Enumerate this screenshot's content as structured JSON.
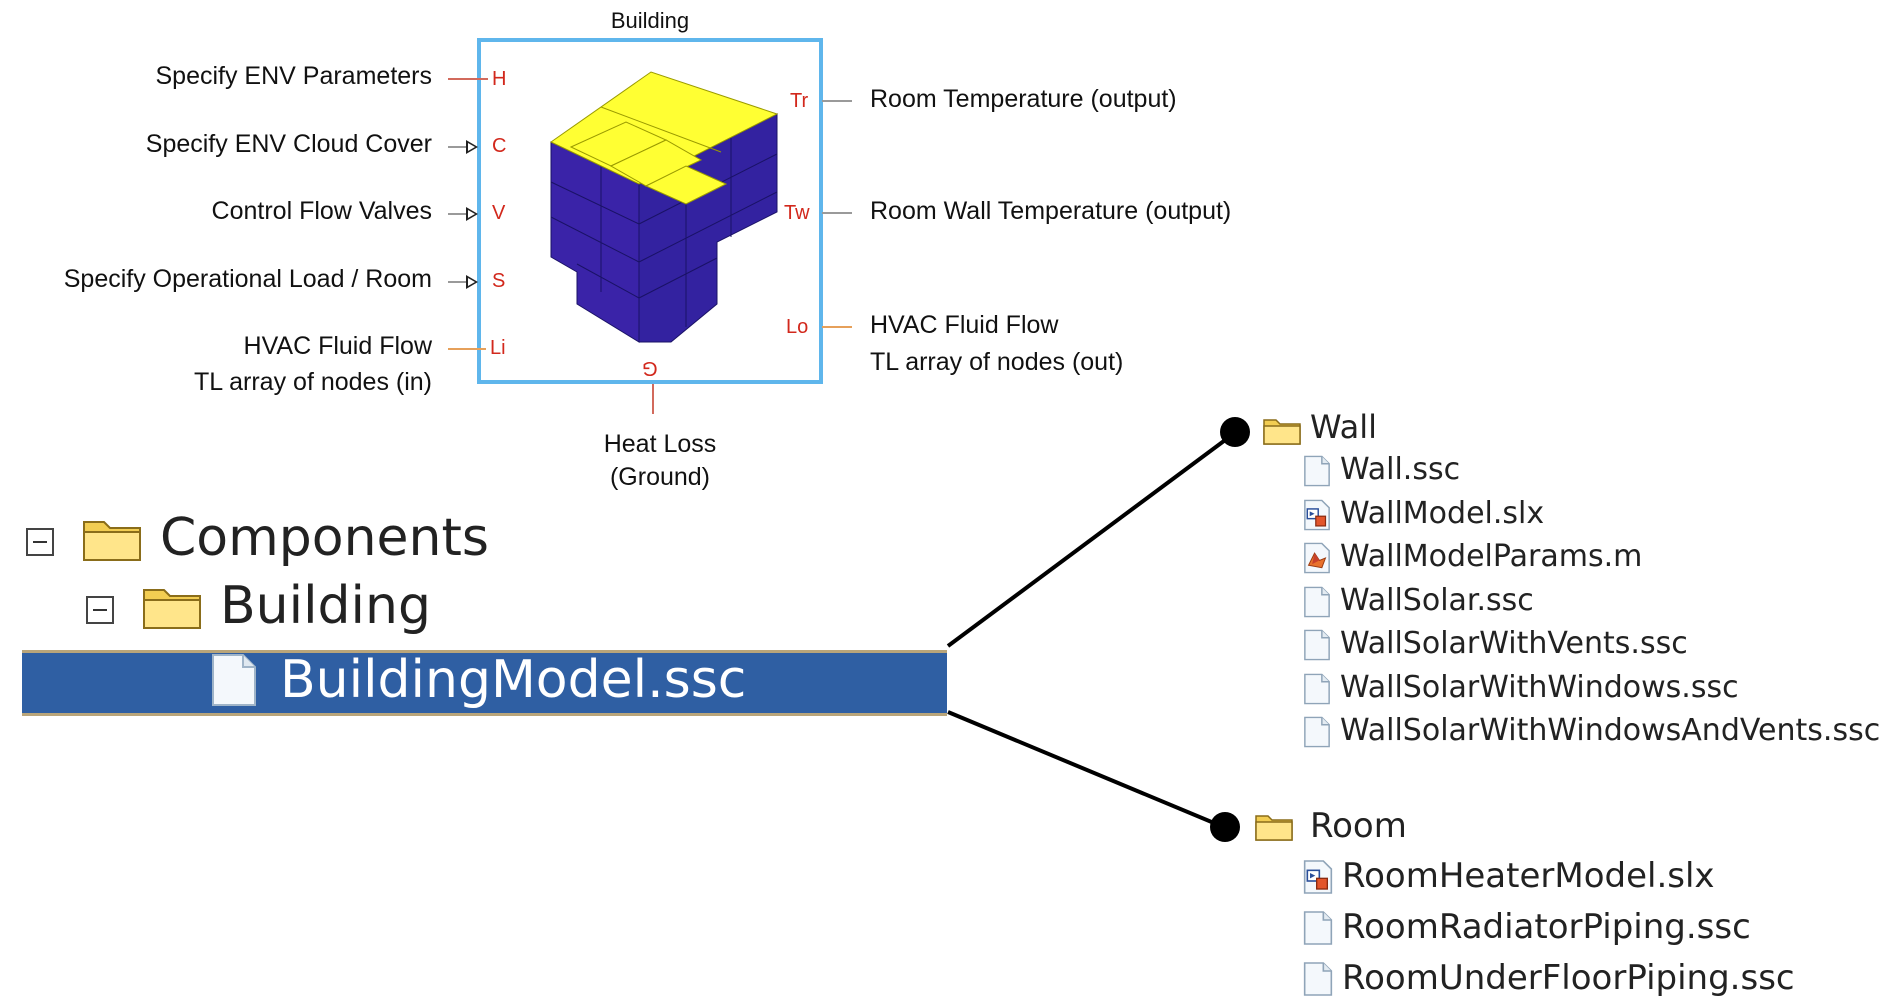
{
  "block": {
    "title": "Building",
    "ports": {
      "h": "H",
      "c": "C",
      "v": "V",
      "s": "S",
      "li": "Li",
      "tr": "Tr",
      "tw": "Tw",
      "lo": "Lo",
      "g": "G"
    },
    "inputs": {
      "h": "Specify ENV Parameters",
      "c": "Specify ENV Cloud Cover",
      "v": "Control Flow Valves",
      "s": "Specify Operational Load / Room",
      "li_1": "HVAC Fluid Flow",
      "li_2": "TL array of nodes (in)"
    },
    "outputs": {
      "tr": "Room Temperature (output)",
      "tw": "Room Wall Temperature (output)",
      "lo_1": "HVAC Fluid Flow",
      "lo_2": "TL array of nodes (out)"
    },
    "bottom": {
      "g_1": "Heat Loss",
      "g_2": "(Ground)"
    },
    "colors": {
      "cube_top": "#ffff33",
      "cube_side": "#3a23a8",
      "frame": "#5fb6ec",
      "port_text": "#d2281c"
    }
  },
  "tree": {
    "components": "Components",
    "building": "Building",
    "selected_file": "BuildingModel.ssc",
    "selection_color": "#2f5fa3"
  },
  "wall_folder": {
    "name": "Wall",
    "files": [
      {
        "name": "Wall.ssc",
        "icon": "file-icon"
      },
      {
        "name": "WallModel.slx",
        "icon": "simulink-model-icon"
      },
      {
        "name": "WallModelParams.m",
        "icon": "matlab-script-icon"
      },
      {
        "name": "WallSolar.ssc",
        "icon": "file-icon"
      },
      {
        "name": "WallSolarWithVents.ssc",
        "icon": "file-icon"
      },
      {
        "name": "WallSolarWithWindows.ssc",
        "icon": "file-icon"
      },
      {
        "name": "WallSolarWithWindowsAndVents.ssc",
        "icon": "file-icon"
      }
    ]
  },
  "room_folder": {
    "name": "Room",
    "files": [
      {
        "name": "RoomHeaterModel.slx",
        "icon": "simulink-model-icon"
      },
      {
        "name": "RoomRadiatorPiping.ssc",
        "icon": "file-icon"
      },
      {
        "name": "RoomUnderFloorPiping.ssc",
        "icon": "file-icon"
      }
    ]
  }
}
